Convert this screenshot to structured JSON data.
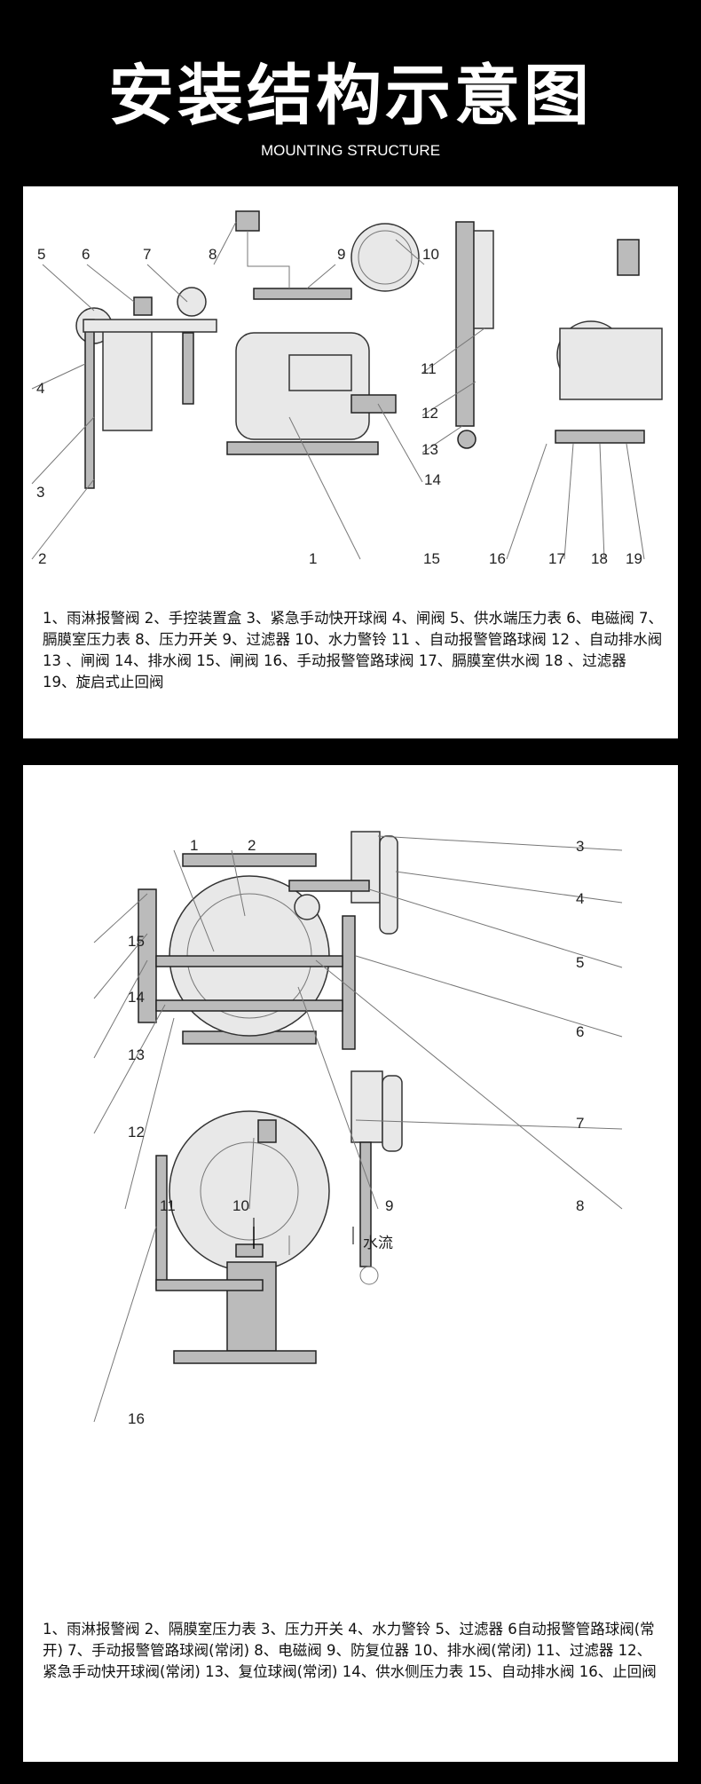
{
  "header": {
    "title": "安装结构示意图",
    "subtitle": "MOUNTING STRUCTURE"
  },
  "diagram1": {
    "labels": [
      "1",
      "2",
      "3",
      "4",
      "5",
      "6",
      "7",
      "8",
      "9",
      "10",
      "11",
      "12",
      "13",
      "14",
      "15",
      "16",
      "17",
      "18",
      "19"
    ],
    "caption": "1、雨淋报警阀 2、手控装置盒 3、紧急手动快开球阀  4、闸阀  5、供水端压力表  6、电磁阀  7、膈膜室压力表  8、压力开关  9、过滤器  10、水力警铃  11 、自动报警管路球阀 12 、自动排水阀13 、闸阀 14、排水阀 15、闸阀  16、手动报警管路球阀  17、膈膜室供水阀 18 、过滤器  19、旋启式止回阀"
  },
  "diagram2": {
    "labels": [
      "1",
      "2",
      "3",
      "4",
      "5",
      "6",
      "7",
      "8",
      "9",
      "10",
      "11",
      "12",
      "13",
      "14",
      "15",
      "16"
    ],
    "flow_label": "水流",
    "caption": "1、雨淋报警阀  2、隔膜室压力表  3、压力开关  4、水力警铃  5、过滤器  6自动报警管路球阀(常开)  7、手动报警管路球阀(常闭)   8、电磁阀   9、防复位器   10、排水阀(常闭)   11、过滤器   12、紧急手动快开球阀(常闭)   13、复位球阀(常闭)   14、供水侧压力表   15、自动排水阀   16、止回阀"
  }
}
